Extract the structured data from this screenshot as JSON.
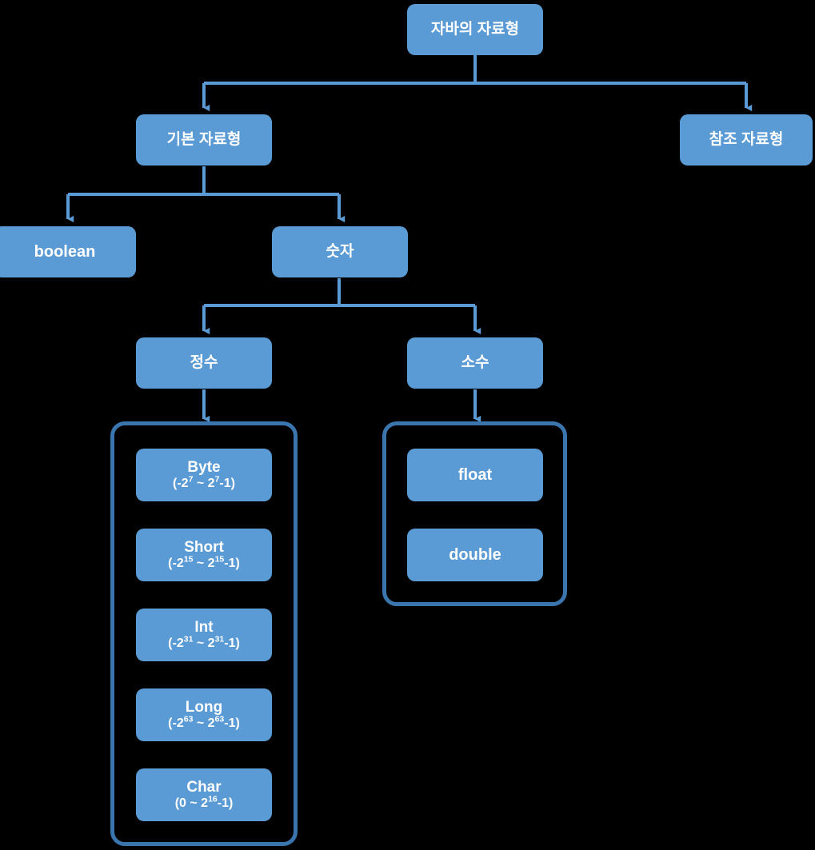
{
  "diagram": {
    "title": "자바의 자료형",
    "type": "tree",
    "colors": {
      "background": "#000000",
      "node_fill": "#5b9bd5",
      "node_text": "#ffffff",
      "connector": "#5b9bd5",
      "group_border": "#3b75ad"
    },
    "nodes": {
      "root": {
        "label": "자바의 자료형"
      },
      "primitive": {
        "label": "기본 자료형"
      },
      "reference": {
        "label": "참조 자료형"
      },
      "boolean": {
        "label": "boolean"
      },
      "number": {
        "label": "숫자"
      },
      "integer": {
        "label": "정수"
      },
      "decimal": {
        "label": "소수"
      }
    },
    "integer_types": [
      {
        "name": "Byte",
        "range_prefix": "(-2",
        "exp1": "7",
        "range_mid": " ~ 2",
        "exp2": "7",
        "range_suffix": "-1)"
      },
      {
        "name": "Short",
        "range_prefix": "(-2",
        "exp1": "15",
        "range_mid": " ~ 2",
        "exp2": "15",
        "range_suffix": "-1)"
      },
      {
        "name": "Int",
        "range_prefix": "(-2",
        "exp1": "31",
        "range_mid": " ~ 2",
        "exp2": "31",
        "range_suffix": "-1)"
      },
      {
        "name": "Long",
        "range_prefix": "(-2",
        "exp1": "63",
        "range_mid": " ~ 2",
        "exp2": "63",
        "range_suffix": "-1)"
      },
      {
        "name": "Char",
        "range_prefix": "(0",
        "exp1": "",
        "range_mid": " ~ 2",
        "exp2": "16",
        "range_suffix": "-1)"
      }
    ],
    "decimal_types": [
      {
        "name": "float"
      },
      {
        "name": "double"
      }
    ]
  }
}
